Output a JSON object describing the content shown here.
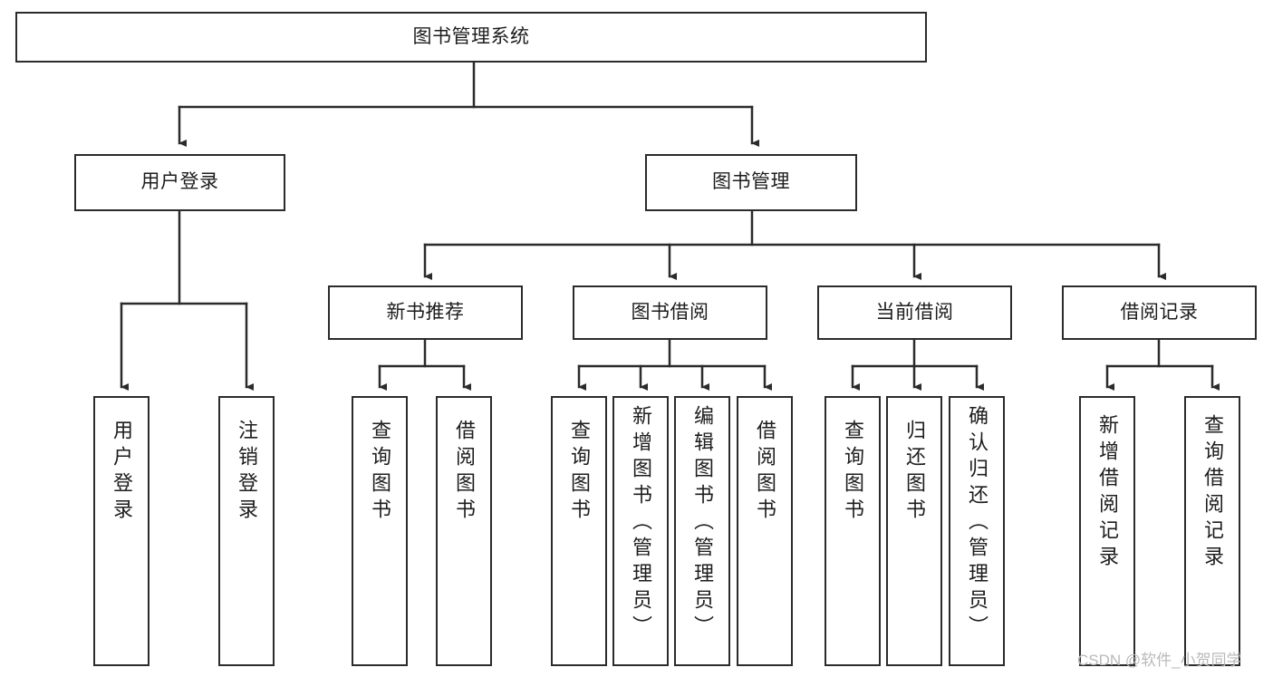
{
  "diagram": {
    "type": "tree",
    "title": "图书管理系统",
    "orientation": "top-down",
    "root": {
      "id": "root",
      "label": "图书管理系统"
    },
    "level1": [
      {
        "id": "user-login",
        "label": "用户登录"
      },
      {
        "id": "book-manage",
        "label": "图书管理"
      }
    ],
    "level2": [
      {
        "id": "new-book-recommend",
        "label": "新书推荐",
        "parent": "book-manage"
      },
      {
        "id": "book-borrow",
        "label": "图书借阅",
        "parent": "book-manage"
      },
      {
        "id": "current-borrow",
        "label": "当前借阅",
        "parent": "book-manage"
      },
      {
        "id": "borrow-record",
        "label": "借阅记录",
        "parent": "book-manage"
      }
    ],
    "leaves": [
      {
        "id": "leaf-user-login",
        "label": "用户登录",
        "parent": "user-login"
      },
      {
        "id": "leaf-logout",
        "label": "注销登录",
        "parent": "user-login"
      },
      {
        "id": "leaf-query-book-1",
        "label": "查询图书",
        "parent": "new-book-recommend"
      },
      {
        "id": "leaf-borrow-book-1",
        "label": "借阅图书",
        "parent": "new-book-recommend"
      },
      {
        "id": "leaf-query-book-2",
        "label": "查询图书",
        "parent": "book-borrow"
      },
      {
        "id": "leaf-add-book",
        "label": "新增图书（管理员）",
        "parent": "book-borrow"
      },
      {
        "id": "leaf-edit-book",
        "label": "编辑图书（管理员）",
        "parent": "book-borrow"
      },
      {
        "id": "leaf-borrow-book-2",
        "label": "借阅图书",
        "parent": "book-borrow"
      },
      {
        "id": "leaf-query-book-3",
        "label": "查询图书",
        "parent": "current-borrow"
      },
      {
        "id": "leaf-return-book",
        "label": "归还图书",
        "parent": "current-borrow"
      },
      {
        "id": "leaf-confirm-return",
        "label": "确认归还（管理员）",
        "parent": "current-borrow"
      },
      {
        "id": "leaf-add-record",
        "label": "新增借阅记录",
        "parent": "borrow-record"
      },
      {
        "id": "leaf-query-record",
        "label": "查询借阅记录",
        "parent": "borrow-record"
      }
    ],
    "colors": {
      "stroke": "#2b2b2b",
      "fill": "#ffffff",
      "text": "#1d1d1d",
      "watermark": "#b9b9b9"
    }
  },
  "watermark": {
    "text": "CSDN @软件_小贺同学"
  }
}
